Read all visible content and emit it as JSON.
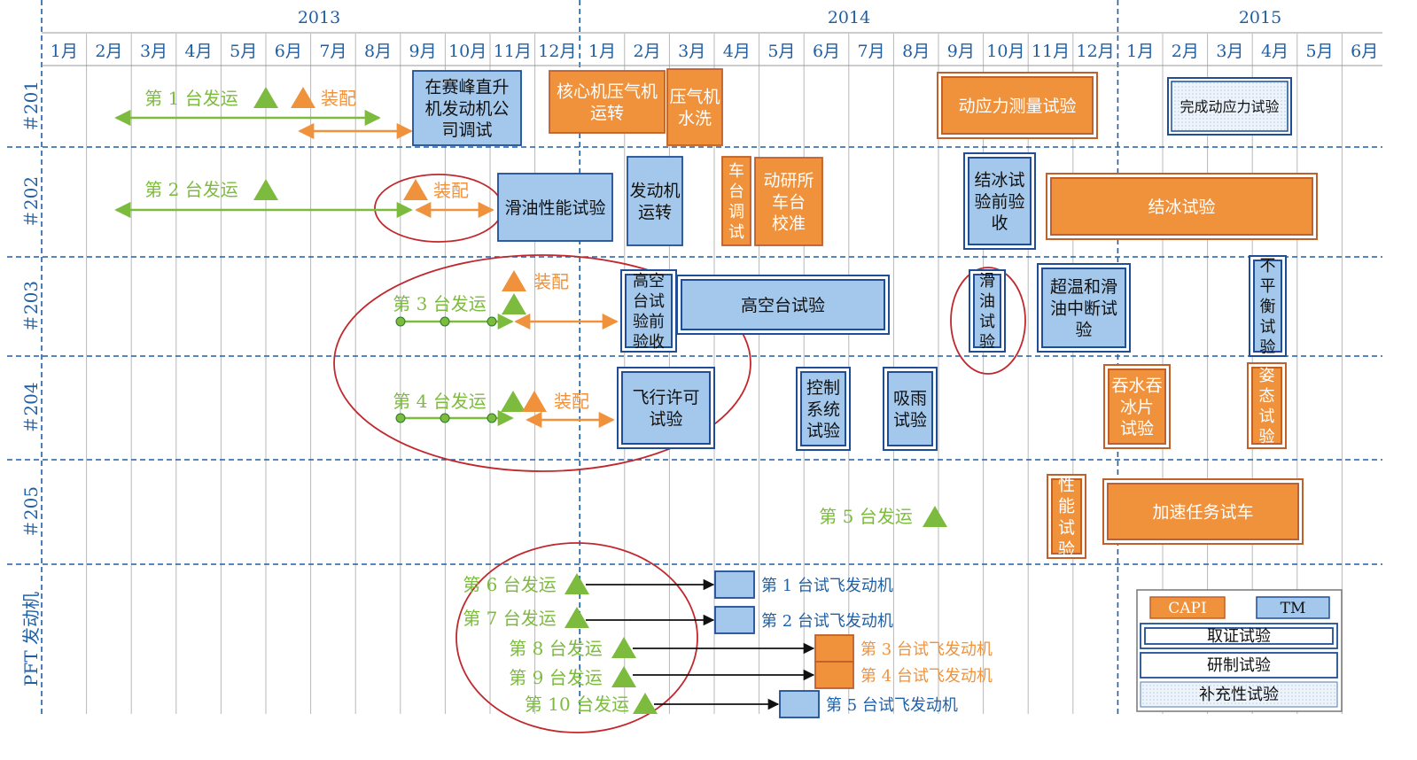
{
  "colors": {
    "capi_fill": "#f0923c",
    "capi_stroke": "#c0602a",
    "tm_fill": "#a4c8ec",
    "tm_stroke": "#1f4e96",
    "green": "#7dbb3e",
    "orange": "#f0923c",
    "grid_blue": "#1f5fa6",
    "circle_red": "#c0282d",
    "text_blue": "#1f5fa6"
  },
  "years": [
    "2013",
    "2014",
    "2015"
  ],
  "months": [
    "1月",
    "2月",
    "3月",
    "4月",
    "5月",
    "6月",
    "7月",
    "8月",
    "9月",
    "10月",
    "11月",
    "12月",
    "1月",
    "2月",
    "3月",
    "4月",
    "5月",
    "6月",
    "7月",
    "8月",
    "9月",
    "10月",
    "11月",
    "12月",
    "1月",
    "2月",
    "3月",
    "4月",
    "5月",
    "6月"
  ],
  "rows": [
    "＃201",
    "＃202",
    "＃203",
    "＃204",
    "＃205",
    "PFT 发动机"
  ],
  "shipments": [
    {
      "label": "第 1 台发运"
    },
    {
      "label": "第 2 台发运"
    },
    {
      "label": "第 3 台发运"
    },
    {
      "label": "第 4 台发运"
    },
    {
      "label": "第 5 台发运"
    },
    {
      "label": "第 6 台发运"
    },
    {
      "label": "第 7 台发运"
    },
    {
      "label": "第 8 台发运"
    },
    {
      "label": "第 9 台发运"
    },
    {
      "label": "第 10 台发运"
    }
  ],
  "assembly_label": "装配",
  "tasks": [
    {
      "id": "t201a",
      "lines": [
        "在赛峰直升",
        "机发动机公",
        "司调试"
      ],
      "kind": "TM",
      "style": "single"
    },
    {
      "id": "t201b",
      "lines": [
        "核心机压气机",
        "运转"
      ],
      "kind": "CAPI",
      "style": "single"
    },
    {
      "id": "t201c",
      "lines": [
        "压气机",
        "水洗"
      ],
      "kind": "CAPI",
      "style": "single"
    },
    {
      "id": "t201d",
      "lines": [
        "动应力测量试验"
      ],
      "kind": "CAPI",
      "style": "double"
    },
    {
      "id": "t201e",
      "lines": [
        "完成动应力试验"
      ],
      "kind": "TM",
      "style": "dotted"
    },
    {
      "id": "t202a",
      "lines": [
        "滑油性能试验"
      ],
      "kind": "TM",
      "style": "single"
    },
    {
      "id": "t202b",
      "lines": [
        "发动机",
        "运转"
      ],
      "kind": "TM",
      "style": "single"
    },
    {
      "id": "t202c",
      "lines": [
        "车",
        "台",
        "调",
        "试"
      ],
      "kind": "CAPI",
      "style": "single"
    },
    {
      "id": "t202d",
      "lines": [
        "动研所",
        "车台",
        "校准"
      ],
      "kind": "CAPI",
      "style": "single"
    },
    {
      "id": "t202e",
      "lines": [
        "结冰试",
        "验前验",
        "收"
      ],
      "kind": "TM",
      "style": "double"
    },
    {
      "id": "t202f",
      "lines": [
        "结冰试验"
      ],
      "kind": "CAPI",
      "style": "double"
    },
    {
      "id": "t203a",
      "lines": [
        "高空",
        "台试",
        "验前",
        "验收"
      ],
      "kind": "TM",
      "style": "double"
    },
    {
      "id": "t203b",
      "lines": [
        "高空台试验"
      ],
      "kind": "TM",
      "style": "double"
    },
    {
      "id": "t203c",
      "lines": [
        "滑",
        "油",
        "试",
        "验"
      ],
      "kind": "TM",
      "style": "double"
    },
    {
      "id": "t203d",
      "lines": [
        "超温和滑",
        "油中断试",
        "验"
      ],
      "kind": "TM",
      "style": "double"
    },
    {
      "id": "t203e",
      "lines": [
        "不",
        "平",
        "衡",
        "试",
        "验"
      ],
      "kind": "TM",
      "style": "double"
    },
    {
      "id": "t204a",
      "lines": [
        "飞行许可",
        "试验"
      ],
      "kind": "TM",
      "style": "double"
    },
    {
      "id": "t204b",
      "lines": [
        "控制",
        "系统",
        "试验"
      ],
      "kind": "TM",
      "style": "double"
    },
    {
      "id": "t204c",
      "lines": [
        "吸雨",
        "试验"
      ],
      "kind": "TM",
      "style": "double"
    },
    {
      "id": "t204d",
      "lines": [
        "吞水吞",
        "冰片",
        "试验"
      ],
      "kind": "CAPI",
      "style": "double"
    },
    {
      "id": "t204e",
      "lines": [
        "姿",
        "态",
        "试",
        "验"
      ],
      "kind": "CAPI",
      "style": "double"
    },
    {
      "id": "t205a",
      "lines": [
        "性",
        "能",
        "试",
        "验"
      ],
      "kind": "CAPI",
      "style": "double"
    },
    {
      "id": "t205b",
      "lines": [
        "加速任务试车"
      ],
      "kind": "CAPI",
      "style": "double"
    }
  ],
  "flight_engines": [
    {
      "label": "第 1 台试飞发动机",
      "kind": "TM"
    },
    {
      "label": "第 2 台试飞发动机",
      "kind": "TM"
    },
    {
      "label": "第 3 台试飞发动机",
      "kind": "CAPI"
    },
    {
      "label": "第 4 台试飞发动机",
      "kind": "CAPI"
    },
    {
      "label": "第 5 台试飞发动机",
      "kind": "TM"
    }
  ],
  "legend": {
    "capi": "CAPI",
    "tm": "TM",
    "certification": "取证试验",
    "development": "研制试验",
    "supplementary": "补充性试验"
  }
}
